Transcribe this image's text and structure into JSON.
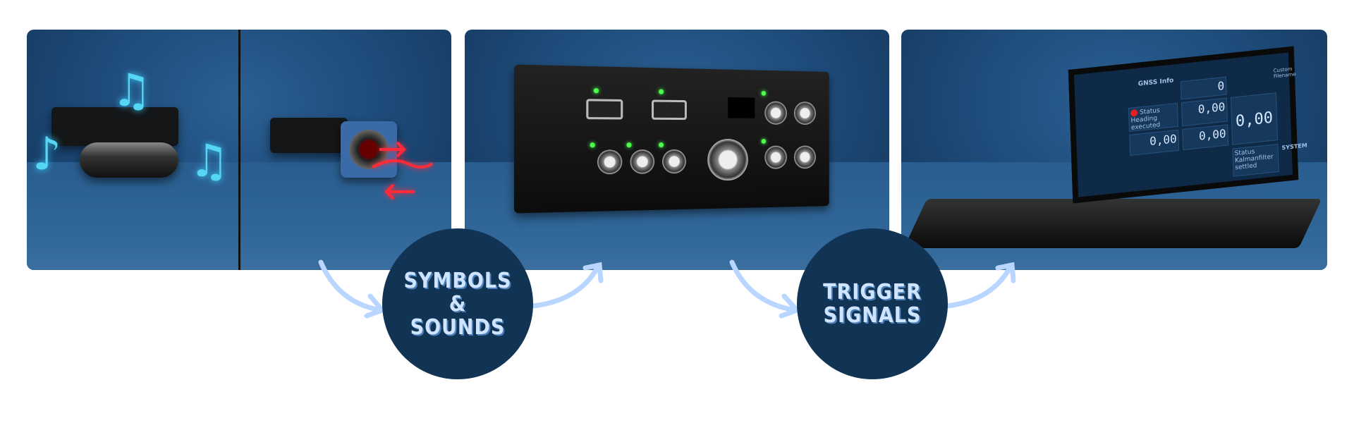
{
  "steps": [
    {
      "label_lines": [
        "SYMBOLS",
        "&",
        "SOUNDS"
      ]
    },
    {
      "label_lines": [
        "TRIGGER",
        "SIGNALS"
      ]
    }
  ],
  "laptop_screen": {
    "section_title": "GNSS Info",
    "status_heading": "Status Heading executed",
    "value_a": "0,00",
    "value_b": "0,00",
    "value_c": "0,00",
    "value_big": "0,00",
    "value_zero": "0",
    "status_kalman": "Status Kalmanfilter settled",
    "system_label": "SYSTEM",
    "custom_filename": "Custom Filename"
  },
  "colors": {
    "circle": "#113354",
    "circle_text": "#cfe4ff",
    "arrow": "#b8d6ff",
    "note": "#56d6f5",
    "trigger_arrow": "#ff2a3a"
  }
}
